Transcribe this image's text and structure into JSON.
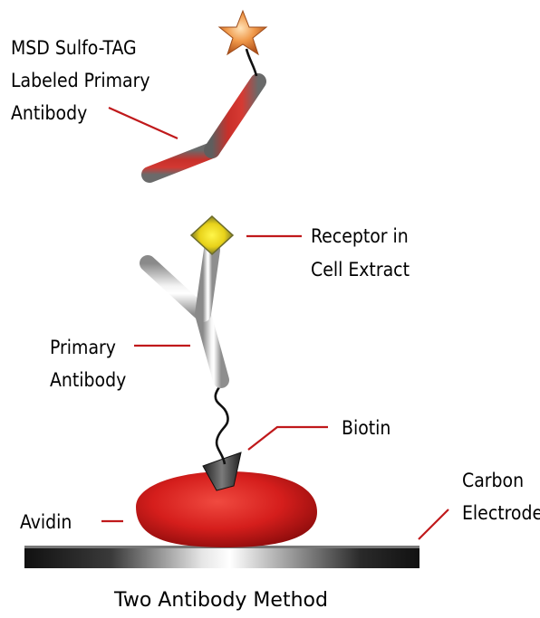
{
  "labels": {
    "sulfo_tag": [
      "MSD Sulfo-TAG",
      "Labeled Primary",
      "Antibody"
    ],
    "receptor": [
      "Receptor in",
      "Cell Extract"
    ],
    "primary": [
      "Primary",
      "Antibody"
    ],
    "biotin": [
      "Biotin"
    ],
    "avidin": [
      "Avidin"
    ],
    "electrode": [
      "Carbon",
      "Electrode"
    ]
  },
  "caption": "Two Antibody Method",
  "colors": {
    "leader": "#c0191b",
    "labeled_antibody": "#c62a25",
    "primary_antibody": "#d4d4d4",
    "avidin": "#d11f1f",
    "receptor": "#e8d21a",
    "tag_star": "#e8893a",
    "electrode": "#1a1a1a"
  }
}
